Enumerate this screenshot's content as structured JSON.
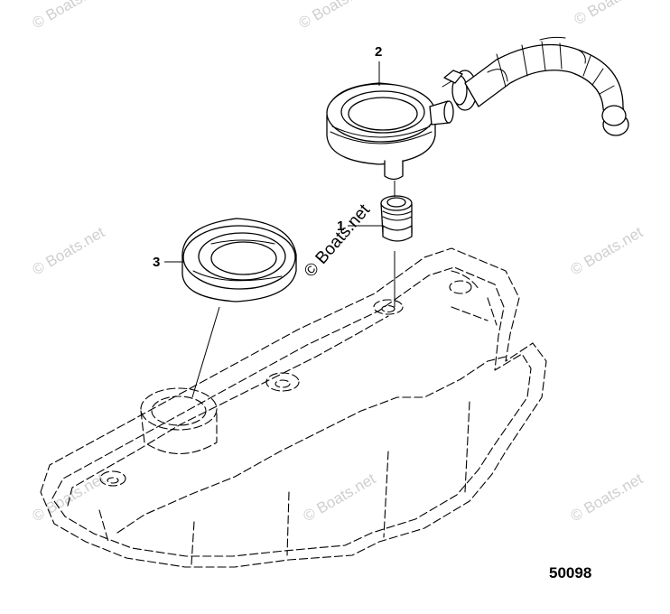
{
  "callouts": {
    "item1": "1",
    "item2": "2",
    "item3": "3"
  },
  "figure_number": "50098",
  "watermark": {
    "text": "© Boats.net",
    "main_text": "© Boats.net"
  }
}
